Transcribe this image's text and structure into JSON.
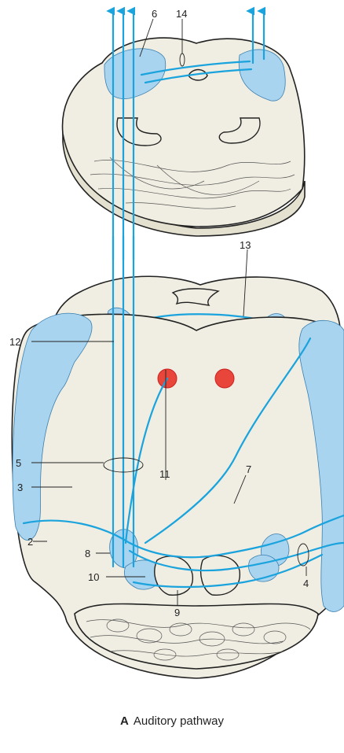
{
  "labels": {
    "l2": "2",
    "l3": "3",
    "l4": "4",
    "l5": "5",
    "l6": "6",
    "l7": "7",
    "l8": "8",
    "l9": "9",
    "l10": "10",
    "l11": "11",
    "l12": "12",
    "l13": "13",
    "l14": "14"
  },
  "caption": {
    "letter": "A",
    "text": "Auditory pathway"
  },
  "colors": {
    "fiber": "#1aa3dd",
    "nucleus": "#a9d4ef",
    "red_nucleus": "#e8463a",
    "tissue": "#f0eee2"
  }
}
